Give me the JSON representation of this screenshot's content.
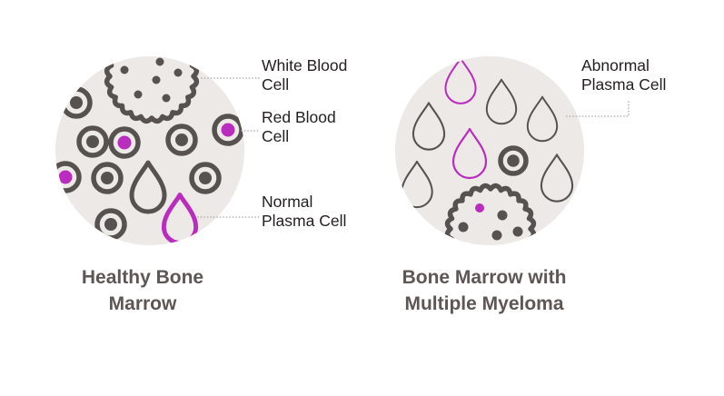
{
  "colors": {
    "background": "#ffffff",
    "cell-bg": "#ece9e7",
    "ink": "#57514f",
    "magenta": "#ba2cbd",
    "label-text": "#231f20",
    "caption-text": "#5d5654",
    "leader": "#a8a5a2"
  },
  "labels": {
    "white_blood_cell": "White Blood\nCell",
    "red_blood_cell": "Red Blood\nCell",
    "normal_plasma_cell": "Normal\nPlasma Cell",
    "abnormal_plasma_cell": "Abnormal\nPlasma Cell"
  },
  "panels": [
    {
      "caption": "Healthy Bone\nMarrow"
    },
    {
      "caption": "Bone Marrow with\nMultiple Myeloma"
    }
  ]
}
